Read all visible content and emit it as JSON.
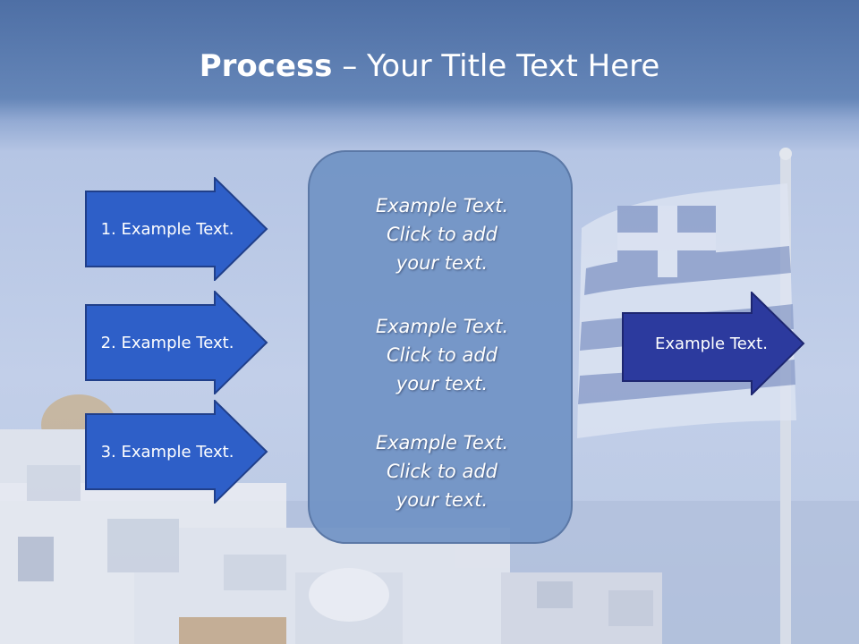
{
  "title": {
    "bold": "Process",
    "rest": " – Your Title Text Here"
  },
  "left_arrows": [
    {
      "label": "1. Example Text."
    },
    {
      "label": "2. Example Text."
    },
    {
      "label": "3. Example Text."
    }
  ],
  "center_box": {
    "lines": [
      [
        "Example Text.",
        "Click  to add",
        "your text."
      ],
      [
        "Example Text.",
        "Click  to add",
        "your text."
      ],
      [
        "Example Text.",
        "Click  to add",
        "your text."
      ]
    ]
  },
  "right_arrow": {
    "label": "Example Text."
  },
  "colors": {
    "left_arrow_fill": "#2e5fc8",
    "right_arrow_fill": "#2c3a9e",
    "center_box": "#7092c4",
    "title_band": "#4e6fa5"
  }
}
